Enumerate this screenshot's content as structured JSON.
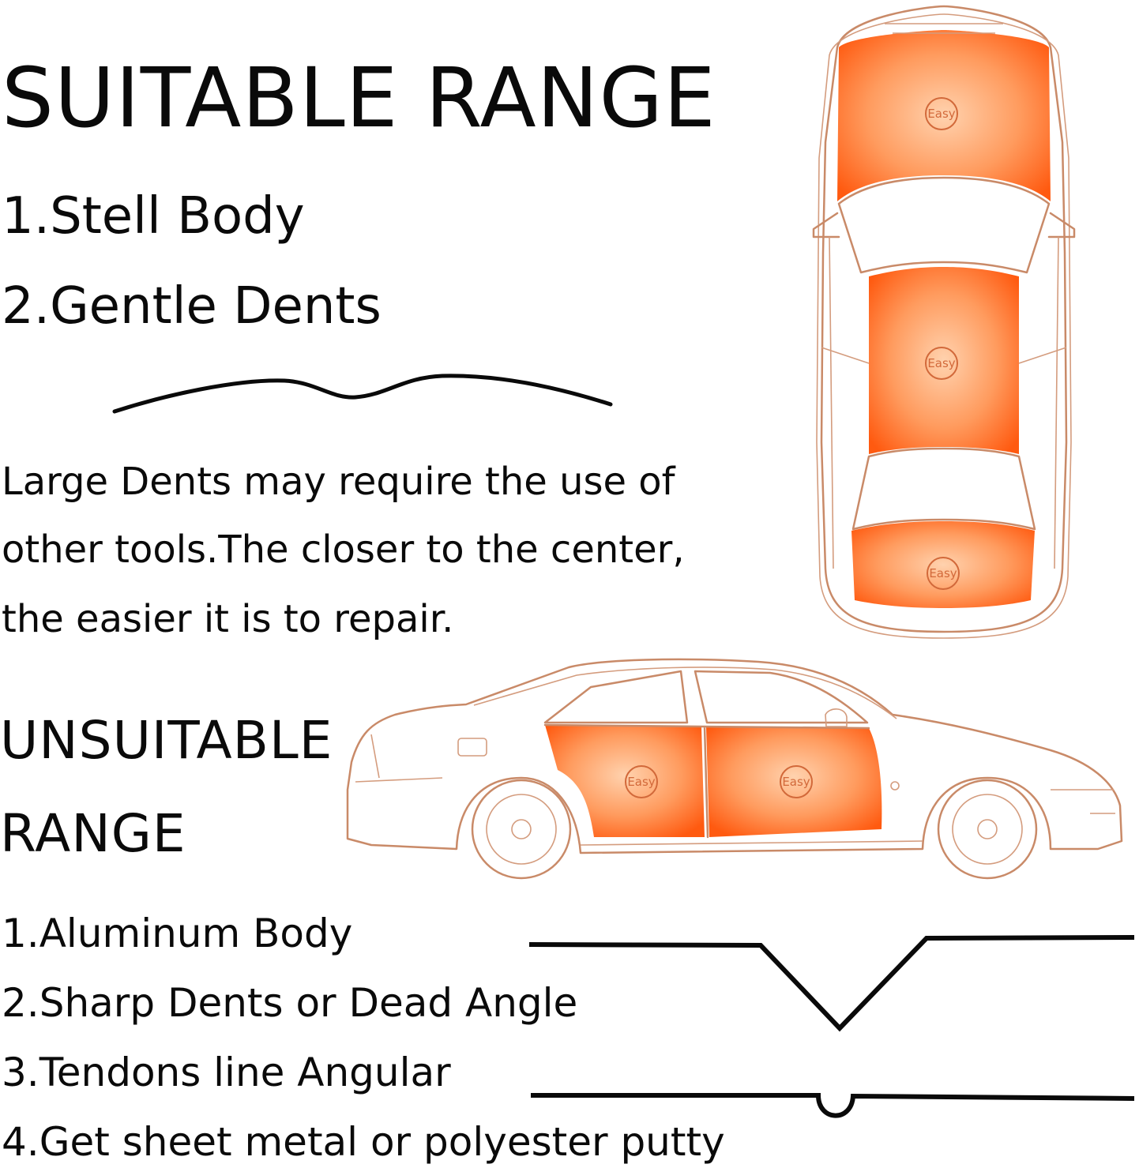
{
  "suitable": {
    "title": "SUITABLE RANGE",
    "items": [
      "1.Stell Body",
      "2.Gentle Dents"
    ],
    "note_lines": [
      "Large Dents may require the use of",
      "other tools.The closer to the center,",
      "the easier it is to repair."
    ]
  },
  "unsuitable": {
    "title_lines": [
      "UNSUITABLE",
      "RANGE"
    ],
    "items": [
      "1.Aluminum Body",
      "2.Sharp Dents or Dead Angle",
      "3.Tendons line Angular",
      "4.Get sheet metal or polyester putty"
    ]
  },
  "badge_label": "Easy",
  "colors": {
    "text": "#0a0a0a",
    "car_outline": "#c98a68",
    "highlight_center": "#ffd2ae",
    "highlight_edge": "#ff5a10",
    "badge": "#d2693a"
  }
}
